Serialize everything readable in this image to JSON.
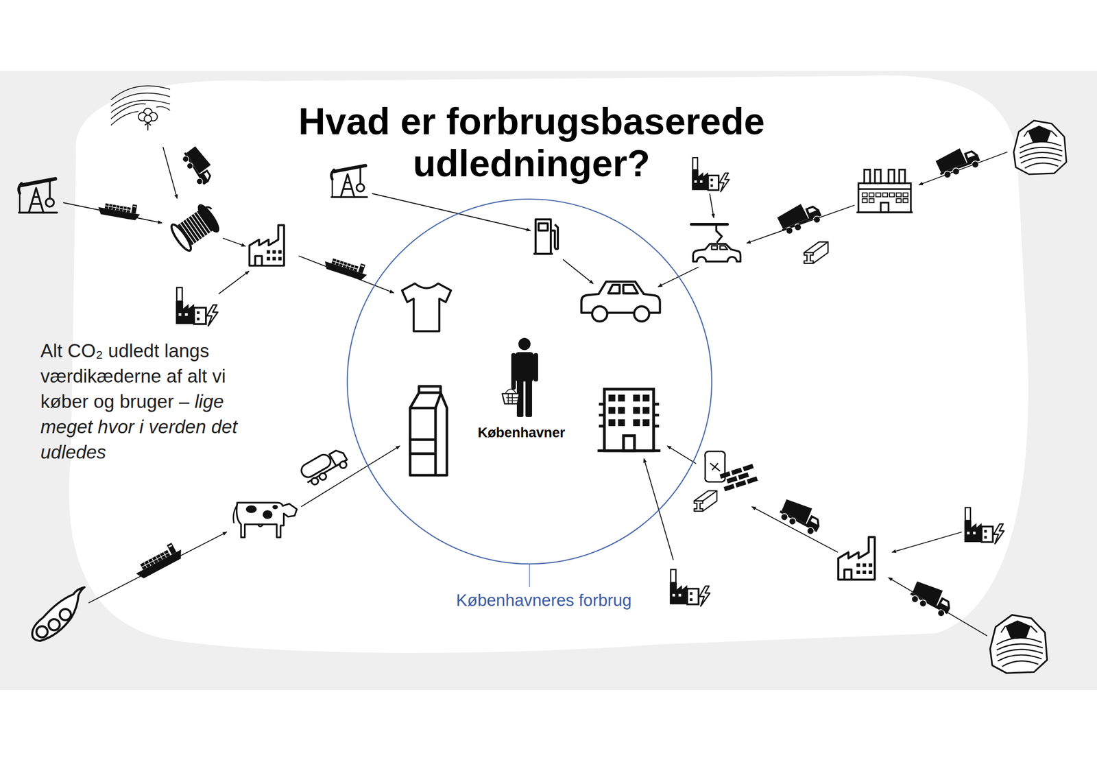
{
  "diagram": {
    "title": "Hvad er forbrugsbaserede udledninger?",
    "nodes": [
      {
        "text": [
          "Københavneres forbrug"
        ]
      },
      {
        "text": [
          "Københavner"
        ],
        "in": 0
      }
    ],
    "labels": [
      "Alt CO₂ udledt langs værdikæderne af alt vi køber og bruger –",
      "lige meget hvor i verden det udledes"
    ]
  }
}
